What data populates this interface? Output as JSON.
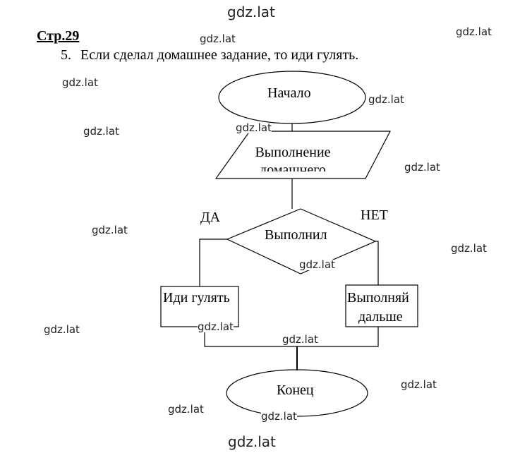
{
  "page": {
    "heading": "Стр.29",
    "task_number": "5.",
    "task_text": "Если сделал домашнее задание, то иди гулять."
  },
  "flowchart": {
    "start": "Начало",
    "input": "Выполнение домашнего",
    "decision": "Выполнил",
    "yes_label": "ДА",
    "no_label": "НЕТ",
    "yes_action": "Иди гулять",
    "no_action_line1": "Выполняй",
    "no_action_line2": "дальше",
    "end": "Конец"
  },
  "watermark": {
    "text": "gdz.lat"
  }
}
